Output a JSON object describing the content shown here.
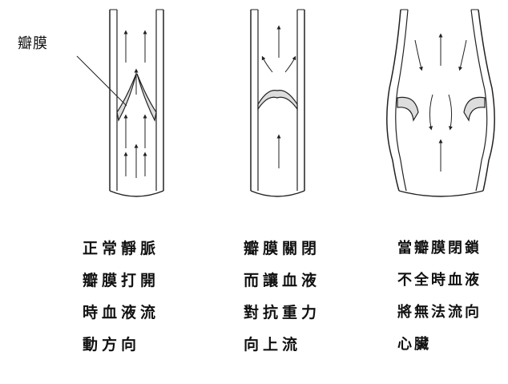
{
  "callout_label": "瓣膜",
  "captions": [
    {
      "lines": [
        "正常靜脈",
        "瓣膜打開",
        "時血液流",
        "動方向"
      ]
    },
    {
      "lines": [
        "瓣膜關閉",
        "而讓血液",
        "對抗重力",
        "向上流"
      ]
    },
    {
      "lines": [
        "當瓣膜閉鎖",
        "不全時血液",
        "將無法流向",
        "心臟"
      ]
    }
  ]
}
